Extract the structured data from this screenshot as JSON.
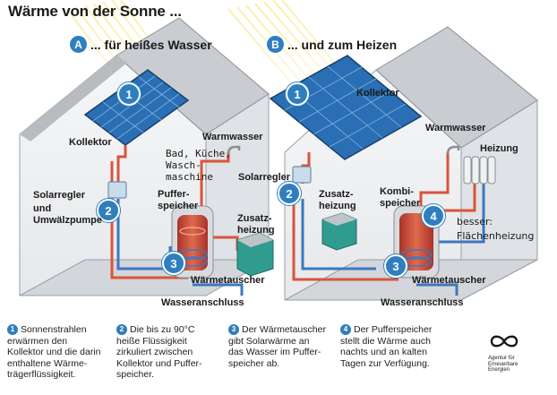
{
  "title": "Wärme von der Sonne ...",
  "sections": [
    {
      "badge": "A",
      "label": "... für heißes Wasser"
    },
    {
      "badge": "B",
      "label": "... und zum Heizen"
    }
  ],
  "house_a": {
    "kollektor": "Kollektor",
    "solarregler": "Solarregler",
    "und": "und",
    "umwaelzpumpe": "Umwälzpumpe",
    "warmwasser": "Warmwasser",
    "bad": "Bad, Küche,",
    "wasch": "Wasch-",
    "maschine": "maschine",
    "puffer1": "Puffer-",
    "puffer2": "speicher",
    "zusatz1": "Zusatz-",
    "zusatz2": "heizung",
    "waermetauscher": "Wärmetauscher",
    "wasseranschluss": "Wasseranschluss"
  },
  "house_b": {
    "kollektor": "Kollektor",
    "solarregler": "Solarregler",
    "warmwasser": "Warmwasser",
    "heizung": "Heizung",
    "zusatz1": "Zusatz-",
    "zusatz2": "heizung",
    "kombi1": "Kombi-",
    "kombi2": "speicher",
    "besser1": "besser:",
    "besser2": "Flächenheizung",
    "waermetauscher": "Wärmetauscher",
    "wasseranschluss": "Wasseranschluss"
  },
  "markers": [
    "1",
    "2",
    "3",
    "4"
  ],
  "notes": [
    {
      "num": "1",
      "lines": [
        "Sonnenstrahlen",
        "erwärmen den",
        "Kollektor und die darin",
        "enthaltene Wärme-",
        "trägerflüssigkeit."
      ]
    },
    {
      "num": "2",
      "lines": [
        "Die bis zu 90°C",
        "heiße Flüssigkeit",
        "zirkuliert zwischen",
        "Kollektor und Puffer-",
        "speicher."
      ]
    },
    {
      "num": "3",
      "lines": [
        "Der Wärmetauscher",
        "gibt Solarwärme an",
        "das Wasser im Puffer-",
        "speicher ab."
      ]
    },
    {
      "num": "4",
      "lines": [
        "Der Pufferspeicher",
        "stellt die Wärme auch",
        "nachts und an kalten",
        "Tagen zur Verfügung."
      ]
    }
  ],
  "logo_text": [
    "Agentur für",
    "Erneuerbare",
    "Energien"
  ],
  "colors": {
    "accent": "#2f7fbf",
    "hot": "#d9543a",
    "cold": "#3b78c0",
    "panel": "#2a6fb3",
    "house": "#eef0f2",
    "sun": "#f3e88a"
  }
}
